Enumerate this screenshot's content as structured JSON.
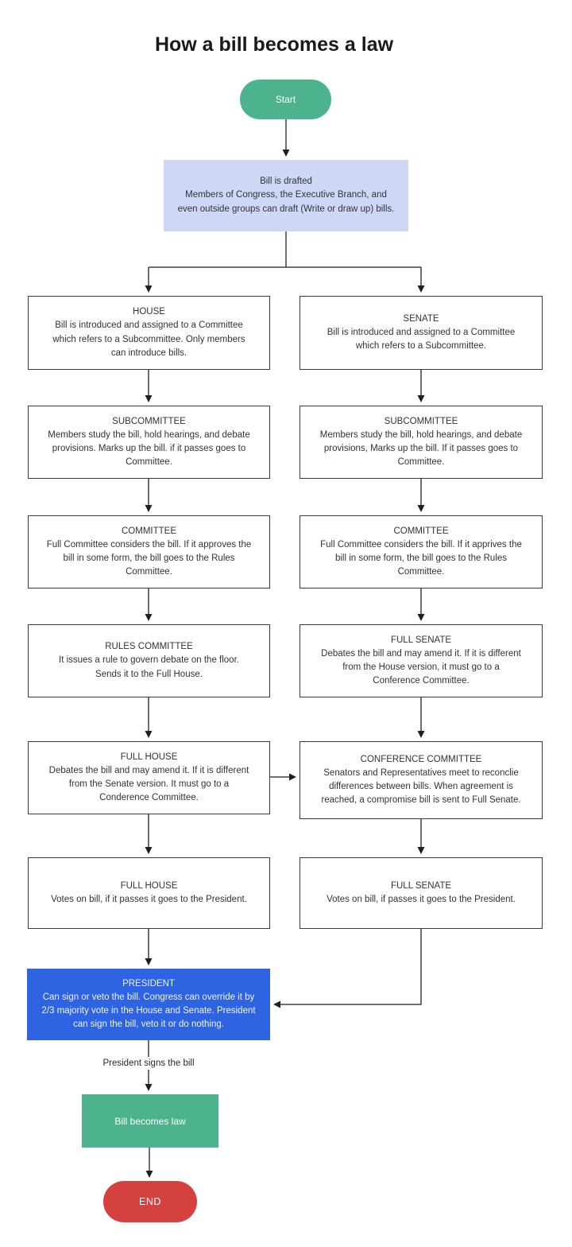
{
  "title": "How a bill becomes a law",
  "colors": {
    "start_green": "#4db38f",
    "drafted_lavender": "#cdd8f6",
    "president_blue": "#2e63e2",
    "end_red": "#d5413e",
    "box_border": "#3a3a3a",
    "arrow": "#1f1f1f"
  },
  "nodes": {
    "start": {
      "label": "Start"
    },
    "drafted": {
      "heading": "Bill is drafted",
      "body": "Members of Congress, the Executive Branch, and even outside groups can draft (Write or draw up) bills."
    },
    "house": {
      "heading": "HOUSE",
      "body": "Bill is introduced and assigned to a Committee which refers to a Subcommittee. Only members can introduce bills."
    },
    "senate": {
      "heading": "SENATE",
      "body": "Bill is introduced and assigned to a Committee which refers to a Subcommittee."
    },
    "house_subcommittee": {
      "heading": "SUBCOMMITTEE",
      "body": "Members study the bill, hold hearings, and debate provisions. Marks up the bill. if it passes goes to Committee."
    },
    "senate_subcommittee": {
      "heading": "SUBCOMMITTEE",
      "body": "Members study the bill, hold hearings, and debate provisions, Marks up the bill. If it passes goes to Committee."
    },
    "house_committee": {
      "heading": "COMMITTEE",
      "body": "Full Committee considers the bill. If it approves the bill in some form, the bill goes to the Rules Committee."
    },
    "senate_committee": {
      "heading": "COMMITTEE",
      "body": "Full Committee considers the bill. If it apprives the bill in some form, the bill goes to the Rules Committee."
    },
    "rules_committee": {
      "heading": "RULES COMMITTEE",
      "body": "It issues a rule to govern debate on the floor. Sends it to the Full House."
    },
    "full_senate_debate": {
      "heading": "FULL SENATE",
      "body": "Debates the bill and may amend it. If it is different from the House version, it must go to a Conference Committee."
    },
    "full_house_debate": {
      "heading": "FULL HOUSE",
      "body": "Debates the bill and may amend it. If it is different from the Senate version. It must go to a Conderence Committee."
    },
    "conference_committee": {
      "heading": "CONFERENCE COMMITTEE",
      "body": "Senators and Representatives meet to reconclie differences between bills. When agreement is reached, a compromise bill is sent to Full Senate."
    },
    "full_house_vote": {
      "heading": "FULL HOUSE",
      "body": "Votes on bill, if it passes it goes to the President."
    },
    "full_senate_vote": {
      "heading": "FULL SENATE",
      "body": "Votes on bill, if passes it goes to the President."
    },
    "president": {
      "heading": "PRESIDENT",
      "body": "Can sign or veto the bill. Congress can override it by 2/3 majority vote in the House and Senate. President can sign the bill, veto it or do nothing."
    },
    "bill_becomes_law": {
      "label": "Bill becomes law"
    },
    "end": {
      "label": "END"
    }
  },
  "edge_labels": {
    "president_signs": "President signs the bill"
  }
}
